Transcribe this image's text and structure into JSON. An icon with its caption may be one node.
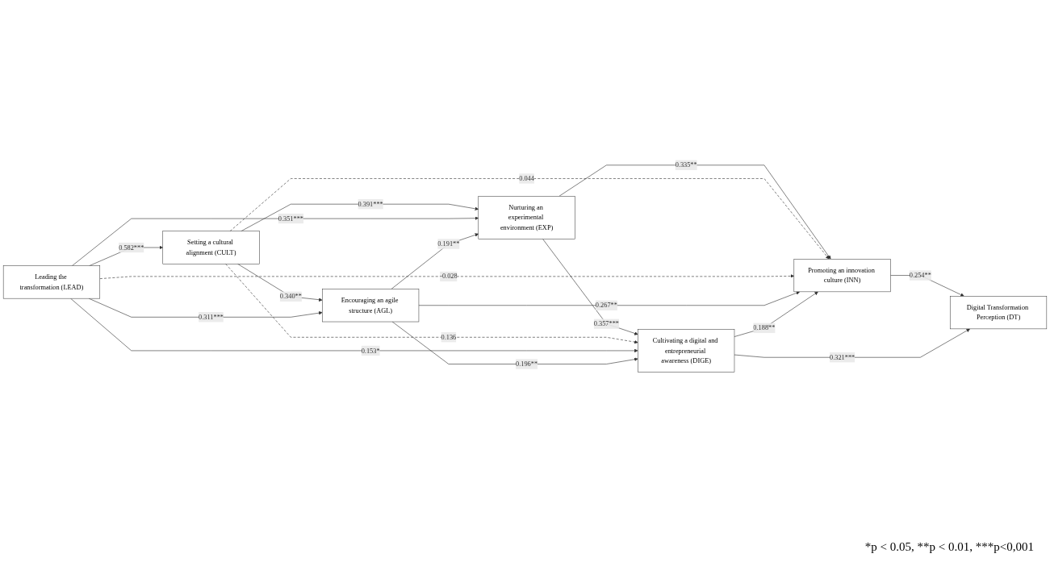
{
  "diagram": {
    "nodes": [
      {
        "text": [
          "Nurturing an experimental environment (EXP)"
        ]
      },
      {
        "text": [
          "Setting a cultural alignment (CULT)"
        ]
      },
      {
        "text": [
          "Promoting an innovation culture (INN)"
        ]
      },
      {
        "text": [
          "Digital Transformation Perception (DT)"
        ]
      },
      {
        "text": [
          "Leading the transformation (LEAD)"
        ]
      },
      {
        "text": [
          "Cultivating a digital and entrepreneurial awareness (DIGE)"
        ]
      },
      {
        "text": [
          "Encouraging an agile structure (AGL)"
        ]
      }
    ],
    "edges": [
      {
        "from": 1,
        "to": 0,
        "arrow": "to",
        "label": "0.391***"
      },
      {
        "from": 0,
        "to": 2,
        "arrow": "to",
        "label": "0.335**"
      },
      {
        "from": 0,
        "to": 5,
        "arrow": "to",
        "label": "0.357***"
      },
      {
        "from": 1,
        "to": 2,
        "arrow": "to",
        "label": "0.044",
        "style": "dashed"
      },
      {
        "from": 1,
        "to": 5,
        "arrow": "to",
        "label": "0.136",
        "style": "dashed"
      },
      {
        "from": 1,
        "to": 6,
        "arrow": "to",
        "label": "0.340**"
      },
      {
        "from": 4,
        "to": 1,
        "arrow": "to",
        "label": "0.582***"
      },
      {
        "from": 4,
        "to": 0,
        "arrow": "to",
        "label": "0.351***"
      },
      {
        "from": 4,
        "to": 2,
        "arrow": "to",
        "label": "-0.028",
        "style": "dashed"
      },
      {
        "from": 4,
        "to": 5,
        "arrow": "to",
        "label": "0.153*"
      },
      {
        "from": 4,
        "to": 6,
        "arrow": "to",
        "label": "0.311***"
      },
      {
        "from": 6,
        "to": 0,
        "arrow": "to",
        "label": "0.191**"
      },
      {
        "from": 6,
        "to": 2,
        "arrow": "to",
        "label": "0.267**"
      },
      {
        "from": 6,
        "to": 5,
        "arrow": "to",
        "label": "0.196**"
      },
      {
        "from": 5,
        "to": 2,
        "arrow": "to",
        "label": "0.188**"
      },
      {
        "from": 2,
        "to": 3,
        "arrow": "to",
        "label": "0.254**"
      },
      {
        "from": 5,
        "to": 3,
        "arrow": "to",
        "label": "0.321***"
      }
    ],
    "labels": [
      "*p < 0.05, **p < 0.01, ***p<0,001"
    ]
  }
}
